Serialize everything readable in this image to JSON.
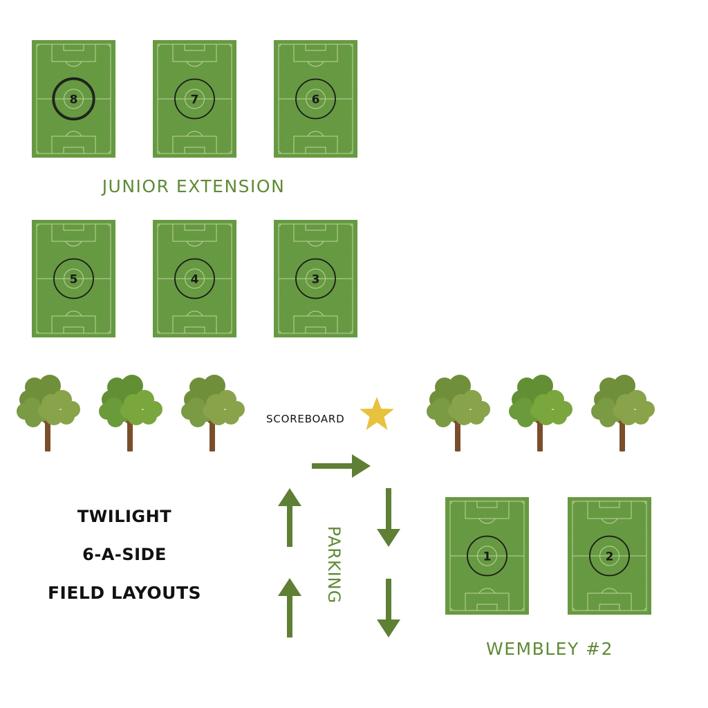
{
  "colors": {
    "grass": "#5e9437",
    "grass_dark": "#548a30",
    "pitch_lines": "#c8dca6",
    "number_ring": "#1a1a1a",
    "label_green": "#5f8a35",
    "arrow_green": "#5f7f34",
    "star_gold": "#e8c23d",
    "trunk_brown": "#7a4e2b"
  },
  "sections": {
    "junior_extension": {
      "label": "JUNIOR EXTENSION",
      "fields": [
        {
          "number": "8",
          "highlighted": true
        },
        {
          "number": "7",
          "highlighted": false
        },
        {
          "number": "6",
          "highlighted": false
        },
        {
          "number": "5",
          "highlighted": false
        },
        {
          "number": "4",
          "highlighted": false
        },
        {
          "number": "3",
          "highlighted": false
        }
      ]
    },
    "wembley": {
      "label": "WEMBLEY #2",
      "fields": [
        {
          "number": "1",
          "highlighted": false
        },
        {
          "number": "2",
          "highlighted": false
        }
      ]
    }
  },
  "title": {
    "line1": "TWILIGHT",
    "line2": "6-A-SIDE",
    "line3": "FIELD LAYOUTS"
  },
  "scoreboard": {
    "label": "SCOREBOARD",
    "icon": "star-icon"
  },
  "parking": {
    "label": "PARKING",
    "arrows": [
      "right",
      "up",
      "up",
      "down",
      "down"
    ]
  },
  "trees": {
    "count": 6,
    "icon": "tree-icon"
  }
}
